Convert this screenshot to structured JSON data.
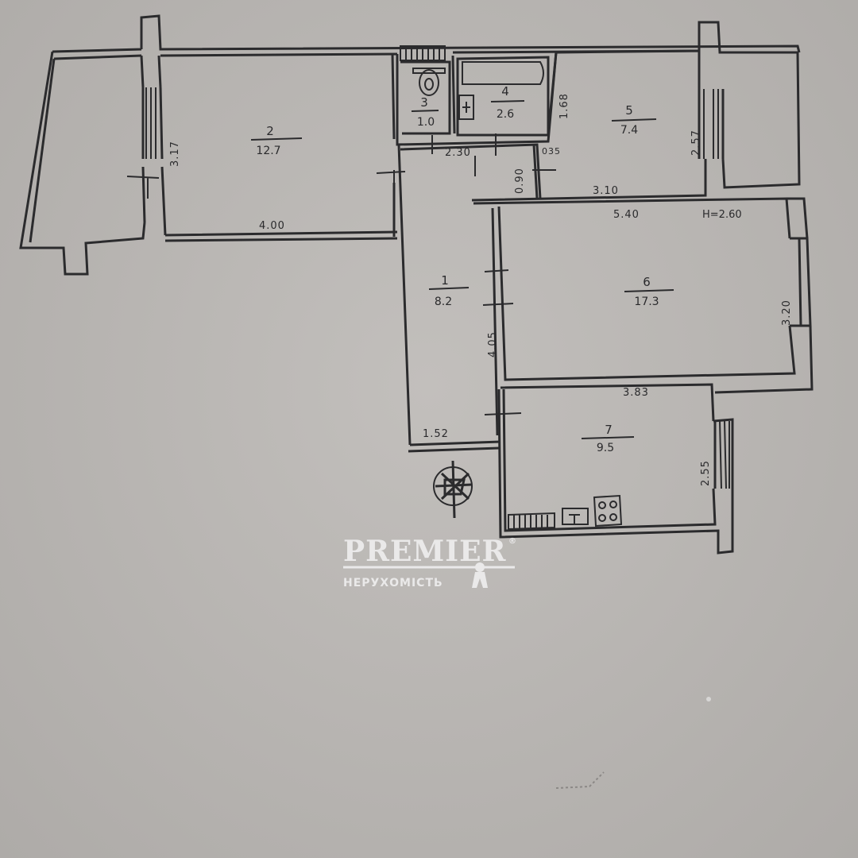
{
  "rooms": [
    {
      "id": "1",
      "area": "8.2"
    },
    {
      "id": "2",
      "area": "12.7"
    },
    {
      "id": "3",
      "area": "1.0"
    },
    {
      "id": "4",
      "area": "2.6"
    },
    {
      "id": "5",
      "area": "7.4"
    },
    {
      "id": "6",
      "area": "17.3"
    },
    {
      "id": "7",
      "area": "9.5"
    }
  ],
  "dimensions": {
    "room2_height": "3.17",
    "room2_width": "4.00",
    "corridor_top": "2.30",
    "corridor_gap": "035",
    "corridor_step": "0.90",
    "room4_height": "1.68",
    "room5_height": "2.57",
    "room5_width": "3.10",
    "room6_width": "5.40",
    "ceiling_height": "H=2.60",
    "room6_height": "3.20",
    "hall_length": "4.05",
    "hall_width": "1.52",
    "room7_width": "3.83",
    "room7_height": "2.55"
  },
  "watermark": {
    "brand": "PREMIER",
    "registered": "®",
    "subtitle": "НЕРУХОМІСТЬ"
  },
  "colors": {
    "paper": "#b9b6b3",
    "ink": "#2b2b2d",
    "watermark": "#eeeeee"
  }
}
